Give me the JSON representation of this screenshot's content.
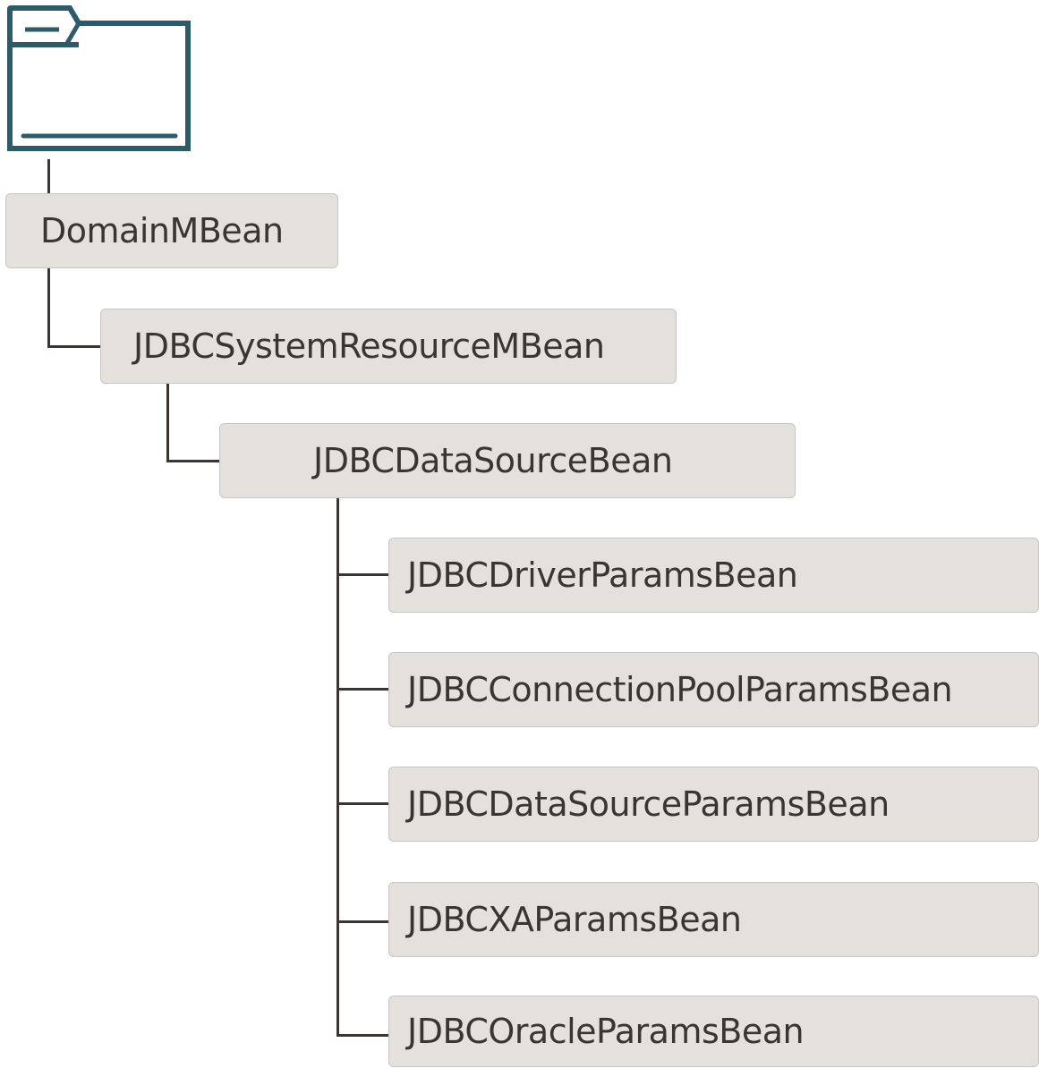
{
  "diagram": {
    "root_icon": "folder-icon",
    "colors": {
      "icon_stroke": "#2f5a6a",
      "node_fill": "#e4e1dd",
      "node_border": "#c9c5c0",
      "connector": "#3a3532",
      "text": "#3a3532"
    },
    "nodes": {
      "domain": "DomainMBean",
      "jdbc_system_resource": "JDBCSystemResourceMBean",
      "jdbc_data_source": "JDBCDataSourceBean",
      "driver_params": "JDBCDriverParamsBean",
      "connection_pool_params": "JDBCConnectionPoolParamsBean",
      "data_source_params": "JDBCDataSourceParamsBean",
      "xa_params": "JDBCXAParamsBean",
      "oracle_params": "JDBCOracleParamsBean"
    }
  }
}
